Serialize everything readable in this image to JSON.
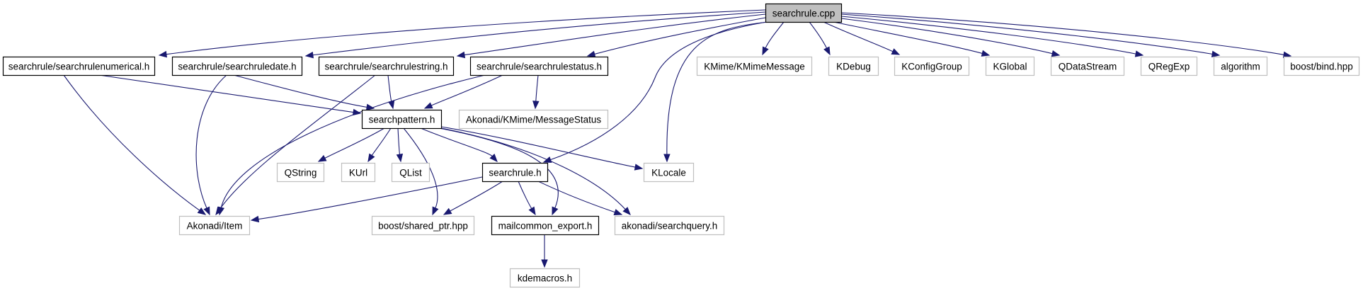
{
  "diagram": {
    "title": "searchrule.cpp include dependency graph",
    "colors": {
      "edge": "#191970",
      "main_fill": "#bfbfbf",
      "local_border": "#000000",
      "external_border": "#bfbfbf"
    },
    "nodes": [
      {
        "id": "searchrule_cpp",
        "label": "searchrule.cpp",
        "kind": "main"
      },
      {
        "id": "numerical",
        "label": "searchrule/searchrulenumerical.h",
        "kind": "local"
      },
      {
        "id": "date",
        "label": "searchrule/searchruledate.h",
        "kind": "local"
      },
      {
        "id": "string",
        "label": "searchrule/searchrulestring.h",
        "kind": "local"
      },
      {
        "id": "status",
        "label": "searchrule/searchrulestatus.h",
        "kind": "local"
      },
      {
        "id": "kmime",
        "label": "KMime/KMimeMessage",
        "kind": "external"
      },
      {
        "id": "kdebug",
        "label": "KDebug",
        "kind": "external"
      },
      {
        "id": "kconfiggroup",
        "label": "KConfigGroup",
        "kind": "external"
      },
      {
        "id": "kglobal",
        "label": "KGlobal",
        "kind": "external"
      },
      {
        "id": "qdatastream",
        "label": "QDataStream",
        "kind": "external"
      },
      {
        "id": "qregexp",
        "label": "QRegExp",
        "kind": "external"
      },
      {
        "id": "algorithm",
        "label": "algorithm",
        "kind": "external"
      },
      {
        "id": "boostbind",
        "label": "boost/bind.hpp",
        "kind": "external"
      },
      {
        "id": "searchpattern",
        "label": "searchpattern.h",
        "kind": "local"
      },
      {
        "id": "msgstatus",
        "label": "Akonadi/KMime/MessageStatus",
        "kind": "external"
      },
      {
        "id": "qstring",
        "label": "QString",
        "kind": "external"
      },
      {
        "id": "kurl",
        "label": "KUrl",
        "kind": "external"
      },
      {
        "id": "qlist",
        "label": "QList",
        "kind": "external"
      },
      {
        "id": "searchrule_h",
        "label": "searchrule.h",
        "kind": "local"
      },
      {
        "id": "klocale",
        "label": "KLocale",
        "kind": "external"
      },
      {
        "id": "akonadiitem",
        "label": "Akonadi/Item",
        "kind": "external"
      },
      {
        "id": "sharedptr",
        "label": "boost/shared_ptr.hpp",
        "kind": "external"
      },
      {
        "id": "mailcommon",
        "label": "mailcommon_export.h",
        "kind": "local"
      },
      {
        "id": "searchquery",
        "label": "akonadi/searchquery.h",
        "kind": "external"
      },
      {
        "id": "kdemacros",
        "label": "kdemacros.h",
        "kind": "external"
      }
    ],
    "edges": [
      {
        "from": "searchrule_cpp",
        "to": "numerical"
      },
      {
        "from": "searchrule_cpp",
        "to": "date"
      },
      {
        "from": "searchrule_cpp",
        "to": "string"
      },
      {
        "from": "searchrule_cpp",
        "to": "status"
      },
      {
        "from": "searchrule_cpp",
        "to": "searchrule_h"
      },
      {
        "from": "searchrule_cpp",
        "to": "kmime"
      },
      {
        "from": "searchrule_cpp",
        "to": "kdebug"
      },
      {
        "from": "searchrule_cpp",
        "to": "kconfiggroup"
      },
      {
        "from": "searchrule_cpp",
        "to": "kglobal"
      },
      {
        "from": "searchrule_cpp",
        "to": "qdatastream"
      },
      {
        "from": "searchrule_cpp",
        "to": "qregexp"
      },
      {
        "from": "searchrule_cpp",
        "to": "algorithm"
      },
      {
        "from": "searchrule_cpp",
        "to": "boostbind"
      },
      {
        "from": "searchrule_cpp",
        "to": "klocale"
      },
      {
        "from": "numerical",
        "to": "searchpattern"
      },
      {
        "from": "numerical",
        "to": "akonadiitem"
      },
      {
        "from": "date",
        "to": "searchpattern"
      },
      {
        "from": "date",
        "to": "akonadiitem"
      },
      {
        "from": "string",
        "to": "searchpattern"
      },
      {
        "from": "string",
        "to": "akonadiitem"
      },
      {
        "from": "status",
        "to": "searchpattern"
      },
      {
        "from": "status",
        "to": "msgstatus"
      },
      {
        "from": "status",
        "to": "akonadiitem"
      },
      {
        "from": "searchpattern",
        "to": "qstring"
      },
      {
        "from": "searchpattern",
        "to": "kurl"
      },
      {
        "from": "searchpattern",
        "to": "qlist"
      },
      {
        "from": "searchpattern",
        "to": "searchrule_h"
      },
      {
        "from": "searchpattern",
        "to": "sharedptr"
      },
      {
        "from": "searchpattern",
        "to": "mailcommon"
      },
      {
        "from": "searchpattern",
        "to": "searchquery"
      },
      {
        "from": "searchpattern",
        "to": "klocale"
      },
      {
        "from": "searchrule_h",
        "to": "akonadiitem"
      },
      {
        "from": "searchrule_h",
        "to": "sharedptr"
      },
      {
        "from": "searchrule_h",
        "to": "mailcommon"
      },
      {
        "from": "searchrule_h",
        "to": "searchquery"
      },
      {
        "from": "mailcommon",
        "to": "kdemacros"
      }
    ]
  }
}
